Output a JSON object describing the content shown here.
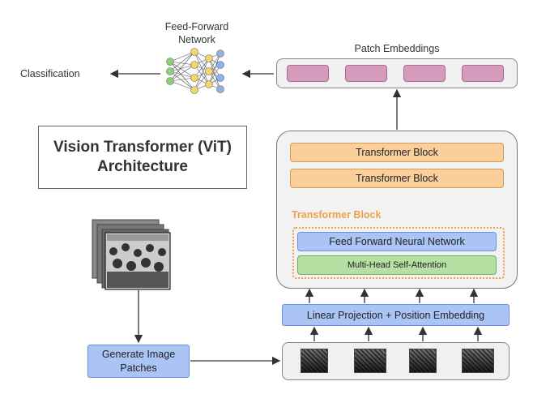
{
  "title": {
    "line1": "Vision Transformer (ViT)",
    "line2": "Architecture"
  },
  "classification_label": "Classification",
  "ffn": {
    "line1": "Feed-Forward",
    "line2": "Network"
  },
  "patch_embeddings_label": "Patch Embeddings",
  "stack": {
    "blocks": [
      "Transformer Block",
      "Transformer Block"
    ],
    "expanded_label": "Transformer Block",
    "ffnn_label": "Feed Forward Neural Network",
    "mhsa_label": "Multi-Head Self-Attention"
  },
  "linear_projection_label": "Linear Projection + Position Embedding",
  "generate": {
    "line1": "Generate Image",
    "line2": "Patches"
  },
  "colors": {
    "transformer_block": "#fbcf9c",
    "neural_blue": "#a9c4f5",
    "attention_green": "#b6dfa3",
    "embedding_pink": "#d49bbd",
    "accent_orange": "#f0a04a"
  }
}
